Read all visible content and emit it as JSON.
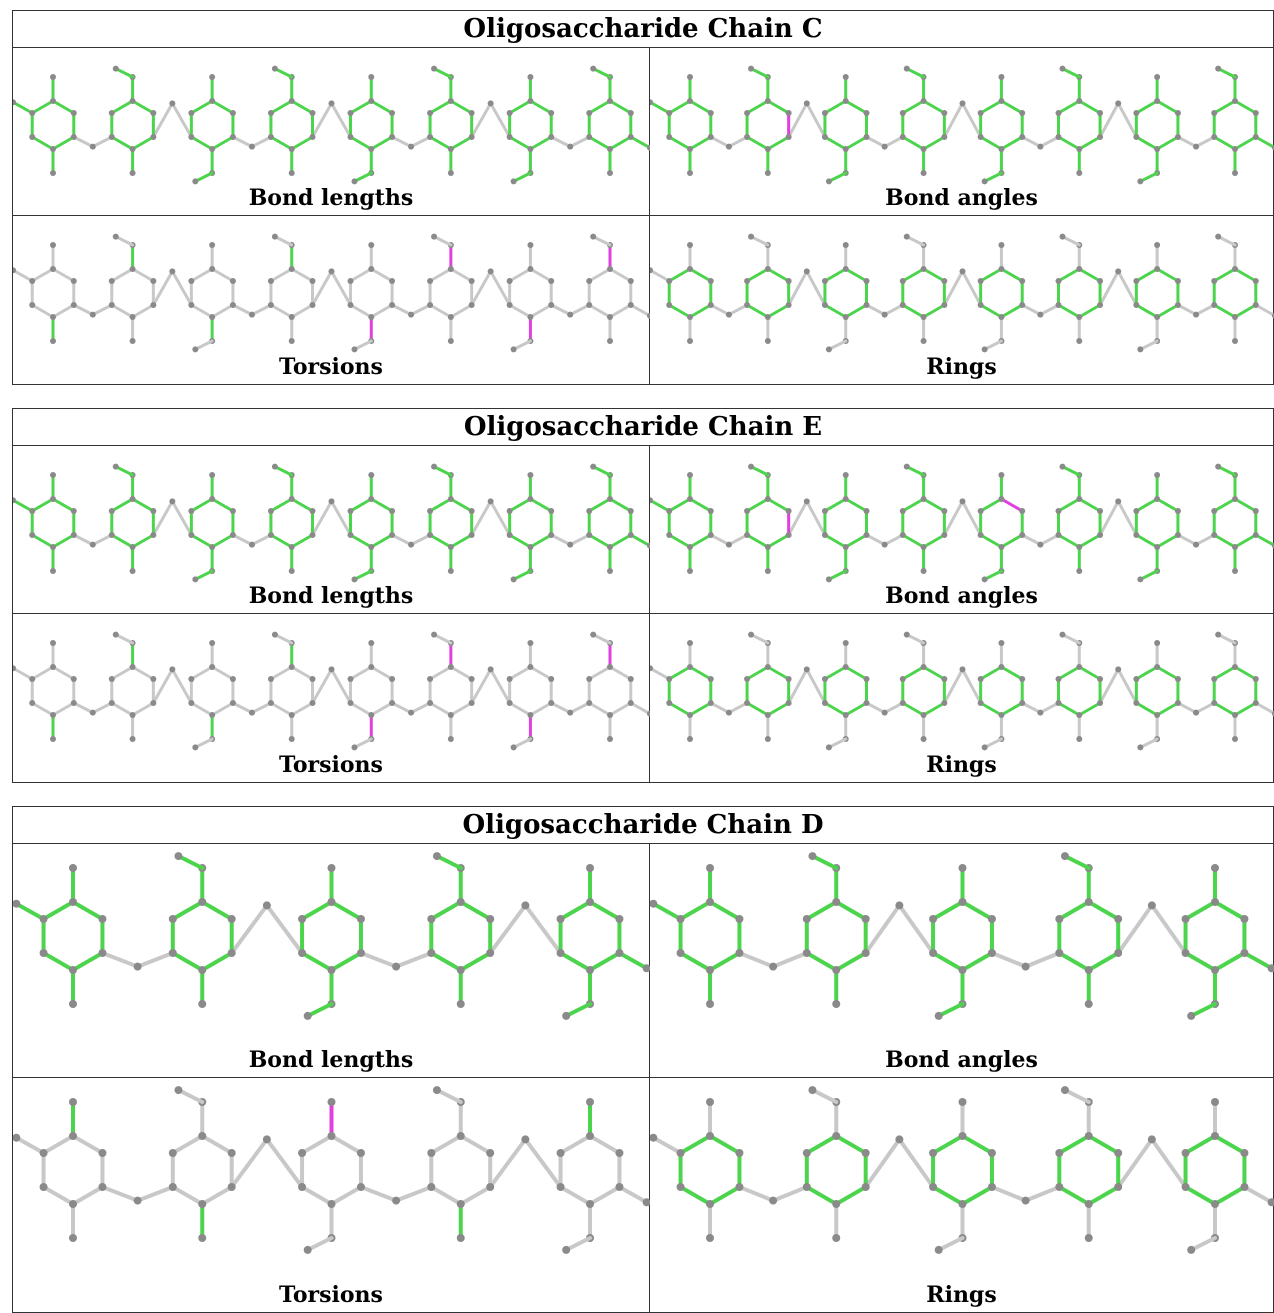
{
  "chains": [
    {
      "title": "Oligosaccharide Chain C",
      "size": "small",
      "panels": [
        {
          "label": "Bond lengths",
          "mode": "all",
          "highlights": []
        },
        {
          "label": "Bond angles",
          "mode": "all",
          "highlights": [
            {
              "unit": 1,
              "kind": "ring-right"
            }
          ]
        },
        {
          "label": "Torsions",
          "mode": "none",
          "greens": [
            {
              "unit": 0,
              "kind": "sub-bottom"
            },
            {
              "unit": 1,
              "kind": "sub-top"
            },
            {
              "unit": 2,
              "kind": "sub-bottom"
            },
            {
              "unit": 3,
              "kind": "sub-top"
            }
          ],
          "highlights": [
            {
              "unit": 4,
              "kind": "sub-bottom"
            },
            {
              "unit": 5,
              "kind": "sub-top"
            },
            {
              "unit": 6,
              "kind": "sub-bottom"
            },
            {
              "unit": 7,
              "kind": "sub-top"
            }
          ]
        },
        {
          "label": "Rings",
          "mode": "rings",
          "highlights": []
        }
      ]
    },
    {
      "title": "Oligosaccharide Chain E",
      "size": "small",
      "panels": [
        {
          "label": "Bond lengths",
          "mode": "all",
          "highlights": []
        },
        {
          "label": "Bond angles",
          "mode": "all",
          "highlights": [
            {
              "unit": 1,
              "kind": "ring-right"
            },
            {
              "unit": 4,
              "kind": "ring-top"
            }
          ]
        },
        {
          "label": "Torsions",
          "mode": "none",
          "greens": [
            {
              "unit": 0,
              "kind": "sub-bottom"
            },
            {
              "unit": 1,
              "kind": "sub-top"
            },
            {
              "unit": 2,
              "kind": "sub-bottom"
            },
            {
              "unit": 3,
              "kind": "sub-top"
            }
          ],
          "highlights": [
            {
              "unit": 4,
              "kind": "sub-bottom"
            },
            {
              "unit": 5,
              "kind": "sub-top"
            },
            {
              "unit": 6,
              "kind": "sub-bottom"
            },
            {
              "unit": 7,
              "kind": "sub-top"
            }
          ]
        },
        {
          "label": "Rings",
          "mode": "rings",
          "highlights": []
        }
      ]
    },
    {
      "title": "Oligosaccharide Chain D",
      "size": "large",
      "panels": [
        {
          "label": "Bond lengths",
          "mode": "all",
          "highlights": []
        },
        {
          "label": "Bond angles",
          "mode": "all",
          "highlights": []
        },
        {
          "label": "Torsions",
          "mode": "none",
          "greens": [
            {
              "unit": 0,
              "kind": "sub-top"
            },
            {
              "unit": 1,
              "kind": "sub-bottom"
            },
            {
              "unit": 3,
              "kind": "sub-bottom"
            },
            {
              "unit": 4,
              "kind": "sub-top"
            }
          ],
          "highlights": [
            {
              "unit": 2,
              "kind": "sub-top"
            }
          ]
        },
        {
          "label": "Rings",
          "mode": "rings",
          "highlights": []
        }
      ]
    }
  ],
  "colors": {
    "green": "#4cd44c",
    "gray": "#c8c8c8",
    "magenta": "#e040e0",
    "atom": "#8a8a8a"
  }
}
